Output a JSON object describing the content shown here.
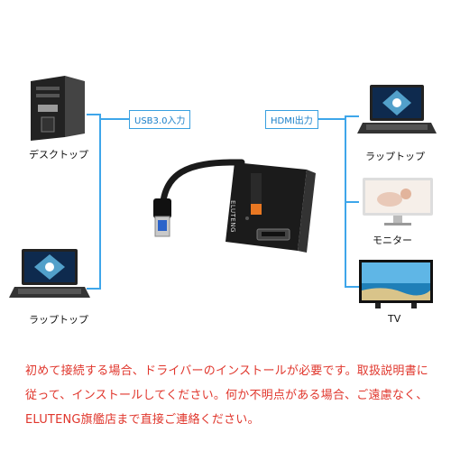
{
  "devices": {
    "desktop": "デスクトップ",
    "laptop_left": "ラップトップ",
    "laptop_right": "ラップトップ",
    "monitor": "モニター",
    "tv": "TV"
  },
  "ports": {
    "input": "USB3.0入力",
    "output": "HDMI出力"
  },
  "adapter": {
    "brand": "ELUTENG"
  },
  "note": "初めて接続する場合、ドライバーのインストールが必要です。取扱説明書に従って、インストールしてください。何か不明点がある場合、ご遠慮なく、ELUTENG旗艦店まで直接ご連絡ください。",
  "colors": {
    "line": "#3ea6ea",
    "note_text": "#e0362c",
    "brand_orange": "#e87722"
  }
}
